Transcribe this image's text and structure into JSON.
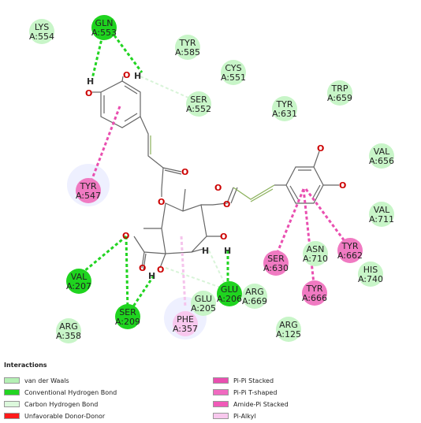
{
  "residues": [
    {
      "id": "lys554",
      "name": "LYS",
      "num": "A:554",
      "color": "#c8f5c8"
    },
    {
      "id": "gln553",
      "name": "GLN",
      "num": "A:553",
      "color": "#1fd41f"
    },
    {
      "id": "tyr585",
      "name": "TYR",
      "num": "A:585",
      "color": "#c8f5c8"
    },
    {
      "id": "cys551",
      "name": "CYS",
      "num": "A:551",
      "color": "#c8f5c8"
    },
    {
      "id": "ser552",
      "name": "SER",
      "num": "A:552",
      "color": "#c8f5c8"
    },
    {
      "id": "tyr631",
      "name": "TYR",
      "num": "A:631",
      "color": "#c8f5c8"
    },
    {
      "id": "trp659",
      "name": "TRP",
      "num": "A:659",
      "color": "#c8f5c8"
    },
    {
      "id": "val656",
      "name": "VAL",
      "num": "A:656",
      "color": "#c8f5c8"
    },
    {
      "id": "val711",
      "name": "VAL",
      "num": "A:711",
      "color": "#c8f5c8"
    },
    {
      "id": "tyr547",
      "name": "TYR",
      "num": "A:547",
      "color": "#f07ac2"
    },
    {
      "id": "ser630",
      "name": "SER",
      "num": "A:630",
      "color": "#f07ac2"
    },
    {
      "id": "asn710",
      "name": "ASN",
      "num": "A:710",
      "color": "#c8f5c8"
    },
    {
      "id": "tyr662",
      "name": "TYR",
      "num": "A:662",
      "color": "#f07ac2"
    },
    {
      "id": "his740",
      "name": "HIS",
      "num": "A:740",
      "color": "#c8f5c8"
    },
    {
      "id": "tyr666",
      "name": "TYR",
      "num": "A:666",
      "color": "#f07ac2"
    },
    {
      "id": "val207",
      "name": "VAL",
      "num": "A:207",
      "color": "#1fd41f"
    },
    {
      "id": "ser209",
      "name": "SER",
      "num": "A:209",
      "color": "#1fd41f"
    },
    {
      "id": "glu205",
      "name": "GLU",
      "num": "A:205",
      "color": "#c8f5c8"
    },
    {
      "id": "glu206",
      "name": "GLU",
      "num": "A:206",
      "color": "#1fd41f"
    },
    {
      "id": "arg669",
      "name": "ARG",
      "num": "A:669",
      "color": "#c8f5c8"
    },
    {
      "id": "phe357",
      "name": "PHE",
      "num": "A:357",
      "color": "#f8c8ee"
    },
    {
      "id": "arg358",
      "name": "ARG",
      "num": "A:358",
      "color": "#c8f5c8"
    },
    {
      "id": "arg125",
      "name": "ARG",
      "num": "A:125",
      "color": "#c8f5c8"
    }
  ],
  "atoms": {
    "o_label": "O",
    "h_label": "H"
  },
  "legend": {
    "title": "Interactions",
    "items": [
      {
        "label": "van der Waals",
        "color": "#b4f0b4"
      },
      {
        "label": "Conventional Hydrogen Bond",
        "color": "#22d422"
      },
      {
        "label": "Carbon Hydrogen Bond",
        "color": "#dcf8dc"
      },
      {
        "label": "Unfavorable Donor-Donor",
        "color": "#ff1a1a"
      },
      {
        "label": "Pi-Pi Stacked",
        "color": "#e94fb0"
      },
      {
        "label": "Pi-Pi T-shaped",
        "color": "#f06ac0"
      },
      {
        "label": "Amide-Pi Stacked",
        "color": "#f05ab8"
      },
      {
        "label": "Pi-Alkyl",
        "color": "#f8c8ee"
      }
    ]
  },
  "colors": {
    "hbond": "#22d422",
    "ch_bond": "#d8f4d8",
    "pi": "#e94fb0",
    "pi_alkyl": "#f5c4ec",
    "bond": "#666666",
    "oxygen": "#cc0000",
    "alkene": "#8ab05a"
  }
}
